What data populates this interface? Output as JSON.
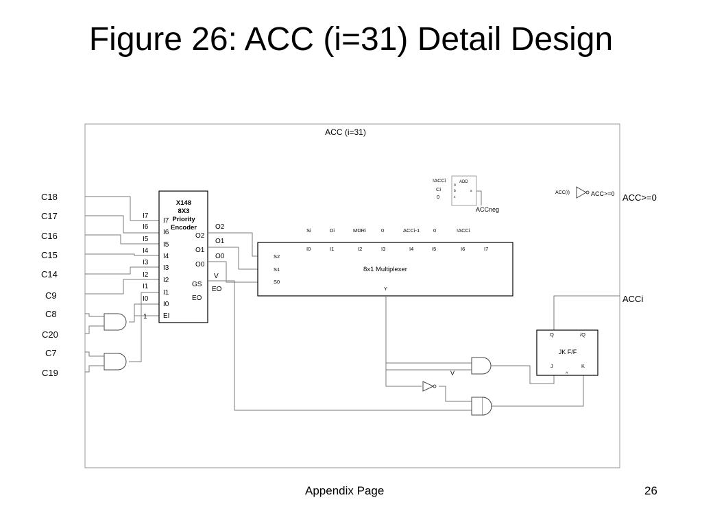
{
  "slide": {
    "title": "Figure 26: ACC (i=31) Detail Design",
    "footer_left": "Appendix Page",
    "page_number": "26"
  },
  "diagram": {
    "frame_label": "ACC (i=31)",
    "left_inputs": [
      "C18",
      "C17",
      "C16",
      "C15",
      "C14",
      "C9",
      "C8",
      "C20",
      "C7",
      "C19"
    ],
    "encoder": {
      "title_lines": [
        "X148",
        "8X3",
        "Priority",
        "Encoder"
      ],
      "left_wire_labels": [
        "I7",
        "I6",
        "I5",
        "I4",
        "I3",
        "I2",
        "I1",
        "I0",
        "1"
      ],
      "left_pins": [
        "I7",
        "I6",
        "I5",
        "I4",
        "I3",
        "I2",
        "I1",
        "I0",
        "EI"
      ],
      "right_pins": [
        "O2",
        "O1",
        "O0",
        "GS",
        "EO"
      ],
      "right_wire_labels": [
        "O2",
        "O1",
        "O0",
        "V",
        "EO"
      ]
    },
    "mux": {
      "title": "8x1 Multiplexer",
      "data_labels": [
        "Si",
        "Di",
        "MDRi",
        "0",
        "ACCi-1",
        "0",
        "!ACCi"
      ],
      "inputs": [
        "I0",
        "I1",
        "I2",
        "I3",
        "I4",
        "I5",
        "I6",
        "I7"
      ],
      "selects": [
        "S2",
        "S1",
        "S0"
      ],
      "output": "Y"
    },
    "adder": {
      "input_labels": [
        "!ACCi",
        "Ci",
        "0"
      ],
      "header": "ADD",
      "pins_left": [
        "a",
        "b",
        "c"
      ],
      "pin_right": "s",
      "output": "ACCneg"
    },
    "comparator": {
      "input": "ACC(i)",
      "output": "ACC>=0",
      "external": "ACC>=0"
    },
    "flipflop": {
      "title": "JK F/F",
      "pins": [
        "Q",
        "/Q",
        "J",
        "K",
        "^"
      ]
    },
    "acc_output": "ACCi",
    "v_label": "V"
  }
}
